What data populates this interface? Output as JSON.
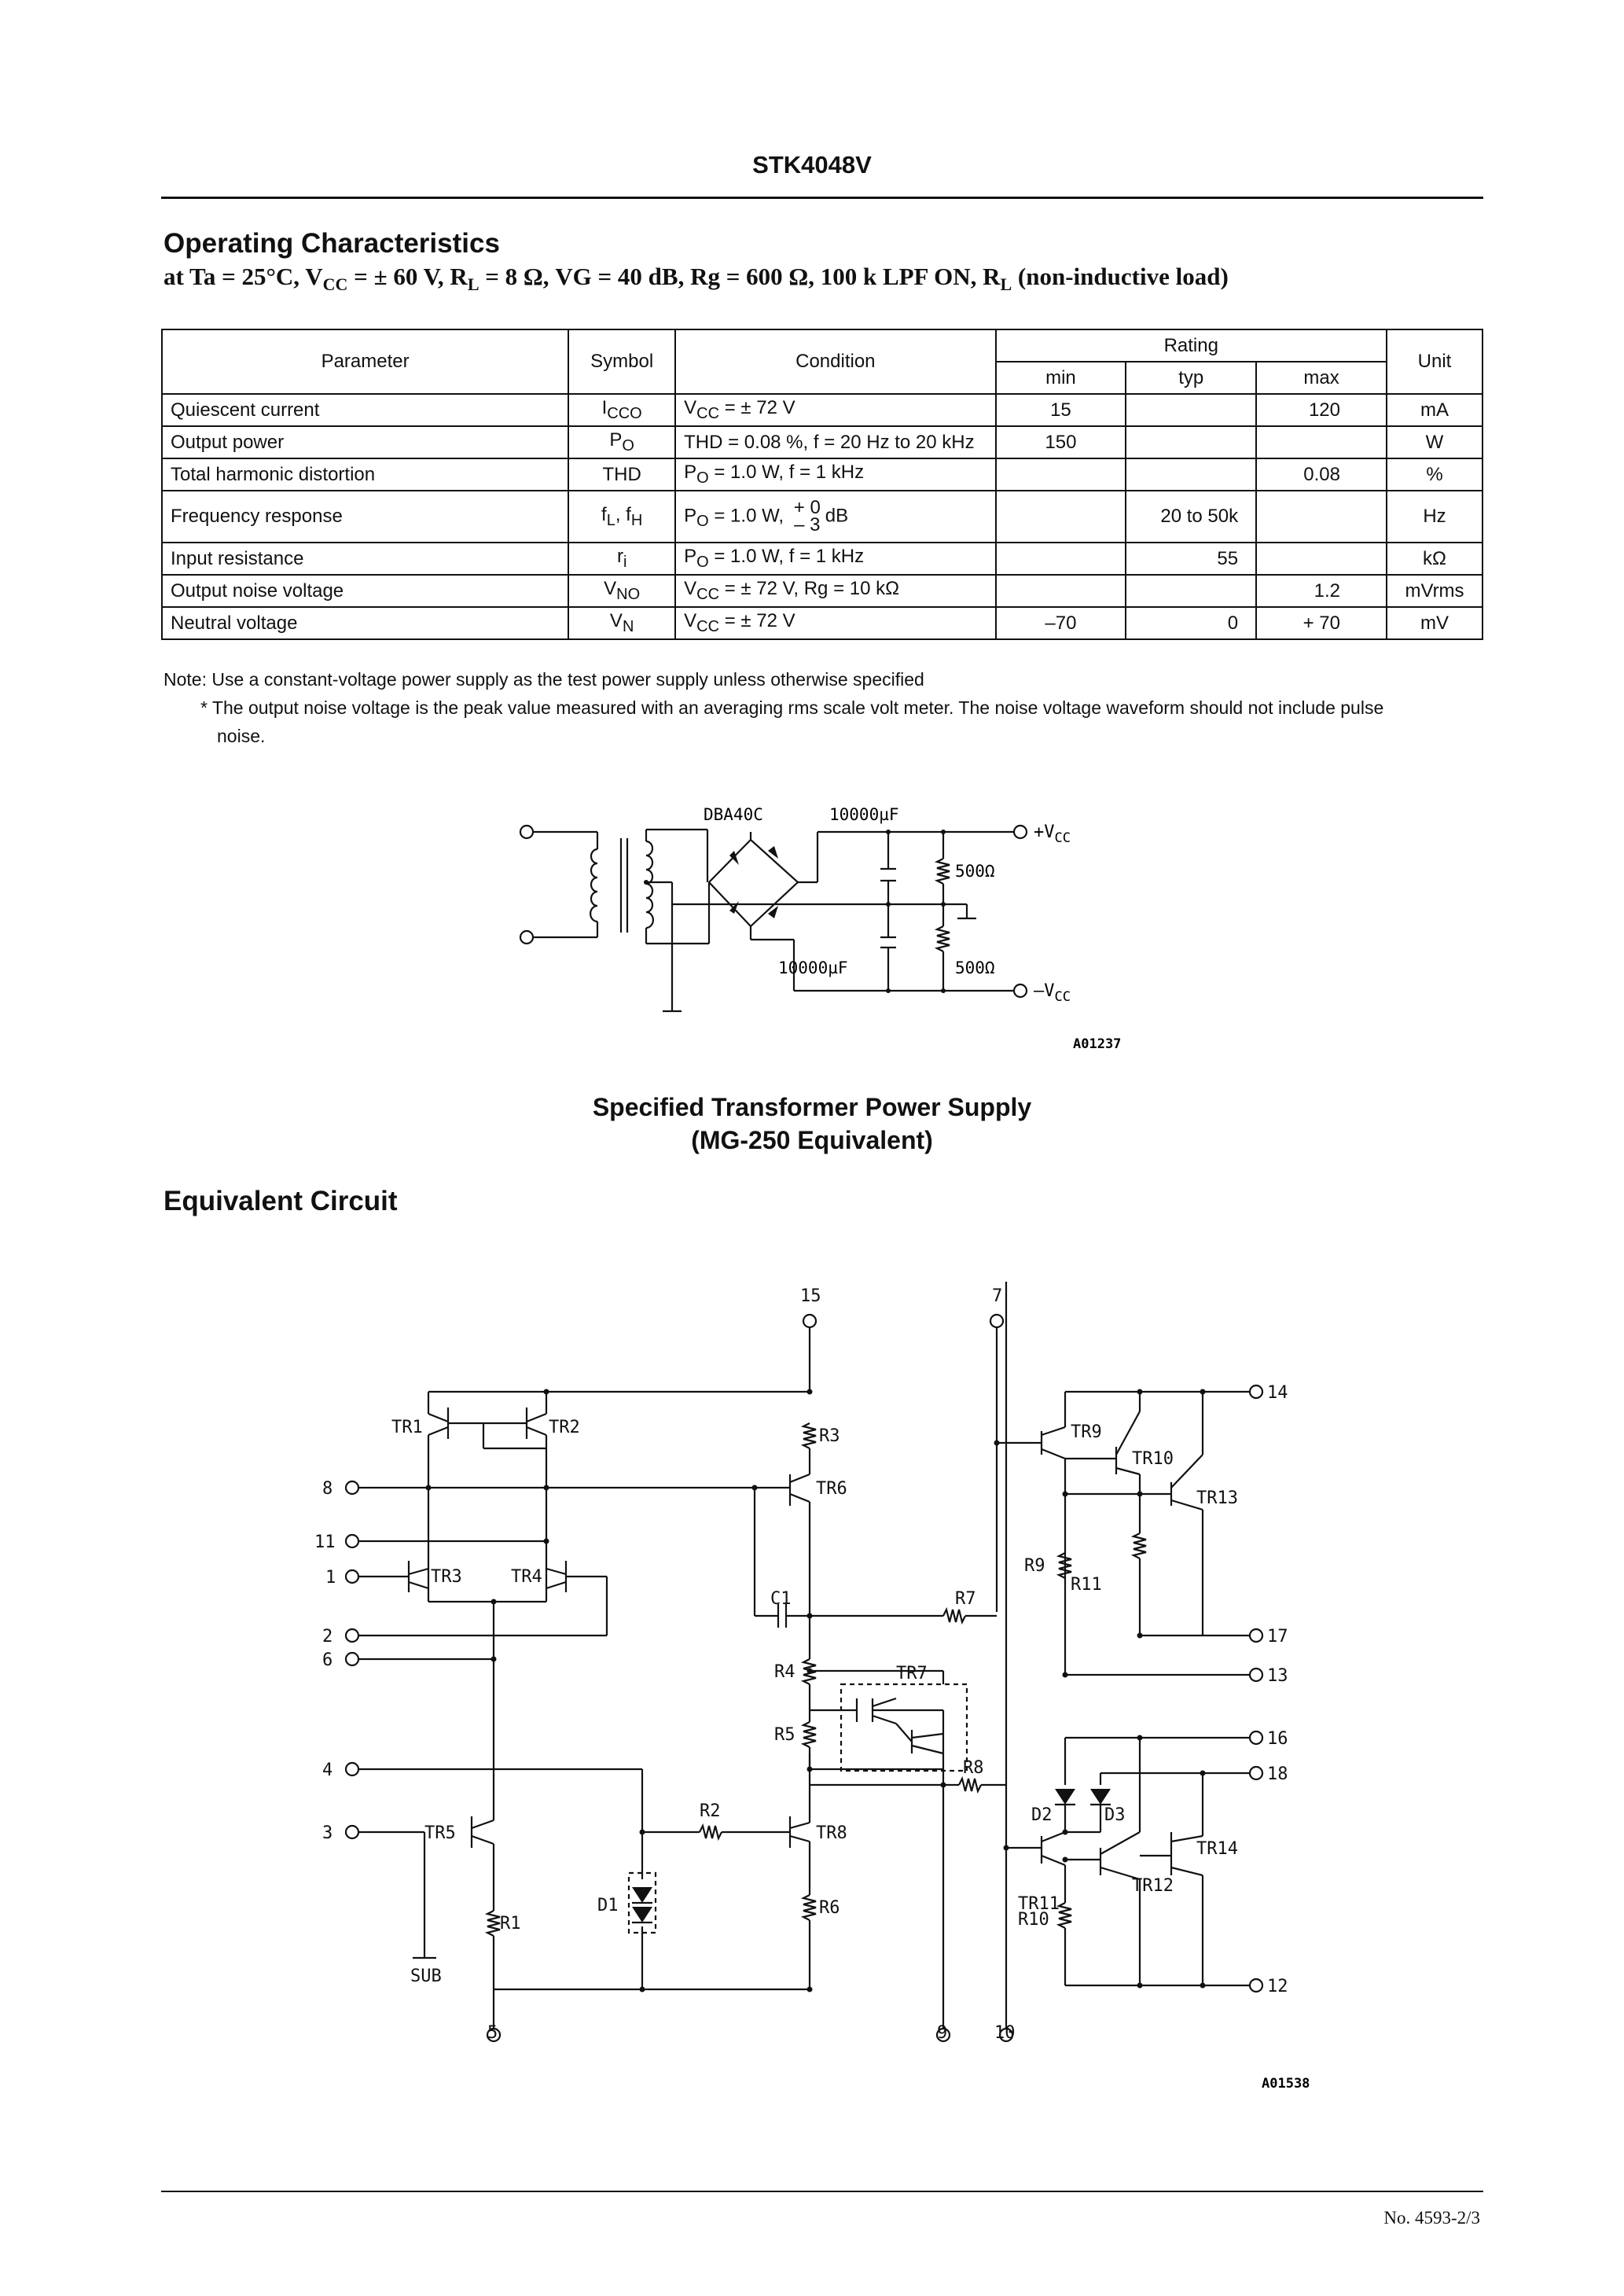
{
  "header": {
    "part_number": "STK4048V",
    "footer": "No. 4593-2/3"
  },
  "operating": {
    "title": "Operating Characteristics",
    "conditions": [
      "at Ta = 25°C, V",
      "CC",
      " = ± 60 V, R",
      "L",
      " = 8 Ω, VG = 40 dB, Rg = 600 Ω, 100 k LPF ON, R",
      "L",
      " (non-inductive load)"
    ]
  },
  "table": {
    "headers": {
      "parameter": "Parameter",
      "symbol": "Symbol",
      "condition": "Condition",
      "rating": "Rating",
      "min": "min",
      "typ": "typ",
      "max": "max",
      "unit": "Unit"
    },
    "rows": [
      {
        "parameter": "Quiescent current",
        "sym": "I",
        "sym_sub": "CCO",
        "cond": "V",
        "cond_sub": "CC",
        "cond_rest": " = ± 72 V",
        "min": "15",
        "typ": "",
        "max": "120",
        "unit": "mA"
      },
      {
        "parameter": "Output power",
        "sym": "P",
        "sym_sub": "O",
        "cond": "THD = 0.08 %, f = 20 Hz to 20 kHz",
        "cond_sub": "",
        "cond_rest": "",
        "min": "150",
        "typ": "",
        "max": "",
        "unit": "W"
      },
      {
        "parameter": "Total harmonic distortion",
        "sym": "THD",
        "sym_sub": "",
        "cond": "P",
        "cond_sub": "O",
        "cond_rest": " = 1.0 W, f = 1 kHz",
        "min": "",
        "typ": "",
        "max": "0.08",
        "unit": "%"
      },
      {
        "parameter": "Frequency response",
        "sym": "f",
        "sym_sub": "L",
        "sym_rest": ", f",
        "sym_sub2": "H",
        "cond": "P",
        "cond_sub": "O",
        "cond_rest": " = 1.0 W,",
        "tol_plus": "+ 0",
        "tol_minus": "– 3",
        "tol_unit": "dB",
        "min": "",
        "typ": "20 to 50k",
        "max": "",
        "unit": "Hz"
      },
      {
        "parameter": "Input resistance",
        "sym": "r",
        "sym_sub": "i",
        "cond": "P",
        "cond_sub": "O",
        "cond_rest": " = 1.0 W, f = 1 kHz",
        "min": "",
        "typ": "55",
        "max": "",
        "unit": "kΩ"
      },
      {
        "parameter": "Output noise voltage",
        "sym": "V",
        "sym_sub": "NO",
        "cond": "V",
        "cond_sub": "CC",
        "cond_rest": " = ± 72 V, Rg = 10 kΩ",
        "min": "",
        "typ": "",
        "max": "1.2",
        "unit": "mVrms"
      },
      {
        "parameter": "Neutral voltage",
        "sym": "V",
        "sym_sub": "N",
        "cond": "V",
        "cond_sub": "CC",
        "cond_rest": " = ± 72 V",
        "min": "–70",
        "typ": "0",
        "max": "+ 70",
        "unit": "mV"
      }
    ]
  },
  "notes": {
    "note1": "Note:  Use a constant-voltage power supply as the test power supply unless otherwise specified",
    "note2": "* The output noise voltage is the peak value measured with an averaging rms scale volt meter. The noise voltage waveform should not include pulse",
    "note2b": "noise."
  },
  "power_supply": {
    "labels": {
      "bridge": "DBA40C",
      "cap_top": "10000µF",
      "cap_bottom": "10000µF",
      "res_top": "500Ω",
      "res_bottom": "500Ω",
      "vcc_pos": "+V",
      "vcc_neg": "–V",
      "vcc_sub": "CC",
      "code": "A01237"
    },
    "caption_line1": "Specified Transformer Power Supply",
    "caption_line2": "(MG-250 Equivalent)"
  },
  "equivalent": {
    "title": "Equivalent Circuit",
    "code": "A01538",
    "pins": {
      "p15": "15",
      "p7": "7",
      "p14": "14",
      "p8": "8",
      "p11": "11",
      "p1": "1",
      "p2": "2",
      "p6": "6",
      "p4": "4",
      "p3": "3",
      "p17": "17",
      "p13": "13",
      "p16": "16",
      "p18": "18",
      "p12": "12",
      "p5": "5",
      "p9": "9",
      "p10": "10",
      "sub": "SUB"
    },
    "parts": {
      "tr1": "TR1",
      "tr2": "TR2",
      "tr3": "TR3",
      "tr4": "TR4",
      "tr5": "TR5",
      "tr6": "TR6",
      "tr7": "TR7",
      "tr8": "TR8",
      "tr9": "TR9",
      "tr10": "TR10",
      "tr11": "TR11",
      "tr12": "TR12",
      "tr13": "TR13",
      "tr14": "TR14",
      "r1": "R1",
      "r2": "R2",
      "r3": "R3",
      "r4": "R4",
      "r5": "R5",
      "r6": "R6",
      "r7": "R7",
      "r8": "R8",
      "r9": "R9",
      "r10": "R10",
      "r11": "R11",
      "c1": "C1",
      "d1": "D1",
      "d2": "D2",
      "d3": "D3"
    }
  }
}
